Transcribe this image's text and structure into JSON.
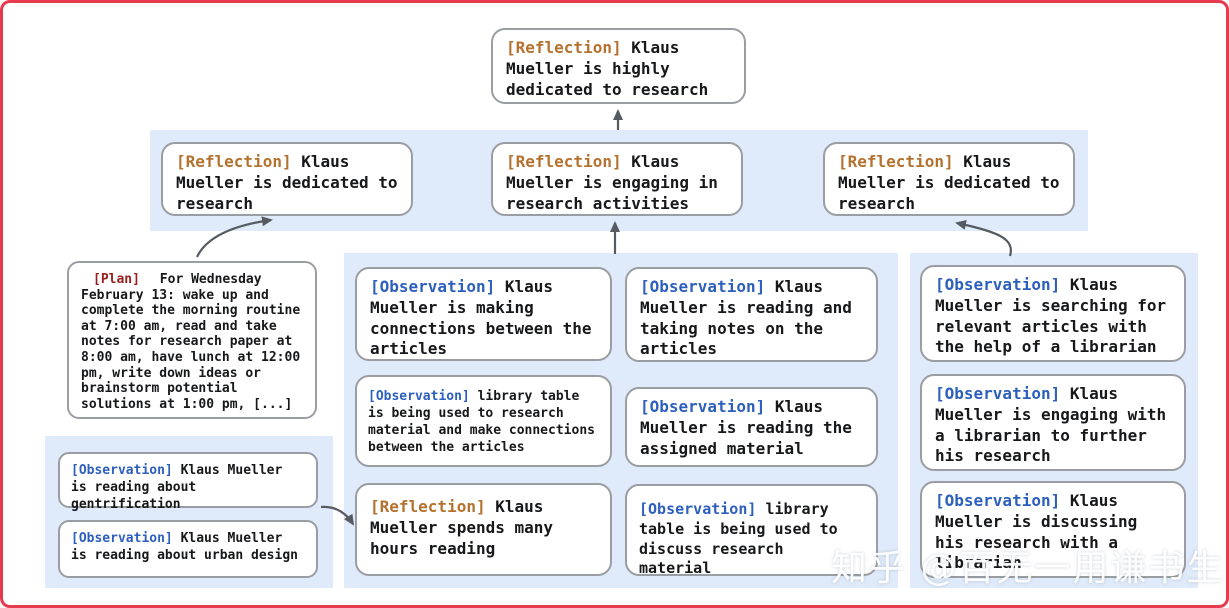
{
  "watermark": {
    "text": "知乎 @百无一用谦书生"
  },
  "colors": {
    "frame_border": "#e63a4e",
    "cluster_background": "#dfeafa",
    "node_border": "#9a9da1",
    "reflection_tag": "#b5722e",
    "plan_tag": "#991f1f",
    "observation_tag": "#2d5fbd",
    "arrow": "#565b61"
  },
  "nodes": {
    "root": {
      "tag": "[Reflection]",
      "text": "Klaus Mueller is highly dedicated to research"
    },
    "row2": [
      {
        "tag": "[Reflection]",
        "text": "Klaus Mueller is dedicated to research"
      },
      {
        "tag": "[Reflection]",
        "text": "Klaus Mueller is engaging in research activities"
      },
      {
        "tag": "[Reflection]",
        "text": "Klaus Mueller is dedicated to research"
      }
    ],
    "plan": {
      "tag": "[Plan]",
      "text": "For Wednesday February 13: wake up and complete the morning routine at 7:00 am, read and take notes for research paper at 8:00 am, have lunch at 12:00 pm, write down ideas or brainstorm potential solutions at 1:00 pm, [...]"
    },
    "left_observations": [
      {
        "tag": "[Observation]",
        "text": "Klaus Mueller is reading about gentrification"
      },
      {
        "tag": "[Observation]",
        "text": "Klaus Mueller is reading about urban design"
      }
    ],
    "mid_col1": [
      {
        "tag": "[Observation]",
        "text": "Klaus Mueller is making connections between the articles"
      },
      {
        "tag": "[Observation]",
        "text": "library table is being used to research material and make connections between the articles"
      },
      {
        "tag": "[Reflection]",
        "text": "Klaus Mueller spends many hours reading"
      }
    ],
    "mid_col2": [
      {
        "tag": "[Observation]",
        "text": "Klaus Mueller is reading and taking notes on the articles"
      },
      {
        "tag": "[Observation]",
        "text": "Klaus Mueller is reading the assigned material"
      },
      {
        "tag": "[Observation]",
        "text": "library table is being used to discuss research material"
      }
    ],
    "right_col": [
      {
        "tag": "[Observation]",
        "text": "Klaus Mueller is searching for relevant articles with the help of a librarian"
      },
      {
        "tag": "[Observation]",
        "text": "Klaus Mueller is engaging with a librarian to further his research"
      },
      {
        "tag": "[Observation]",
        "text": "Klaus Mueller is discussing his research with a librarian"
      }
    ]
  }
}
